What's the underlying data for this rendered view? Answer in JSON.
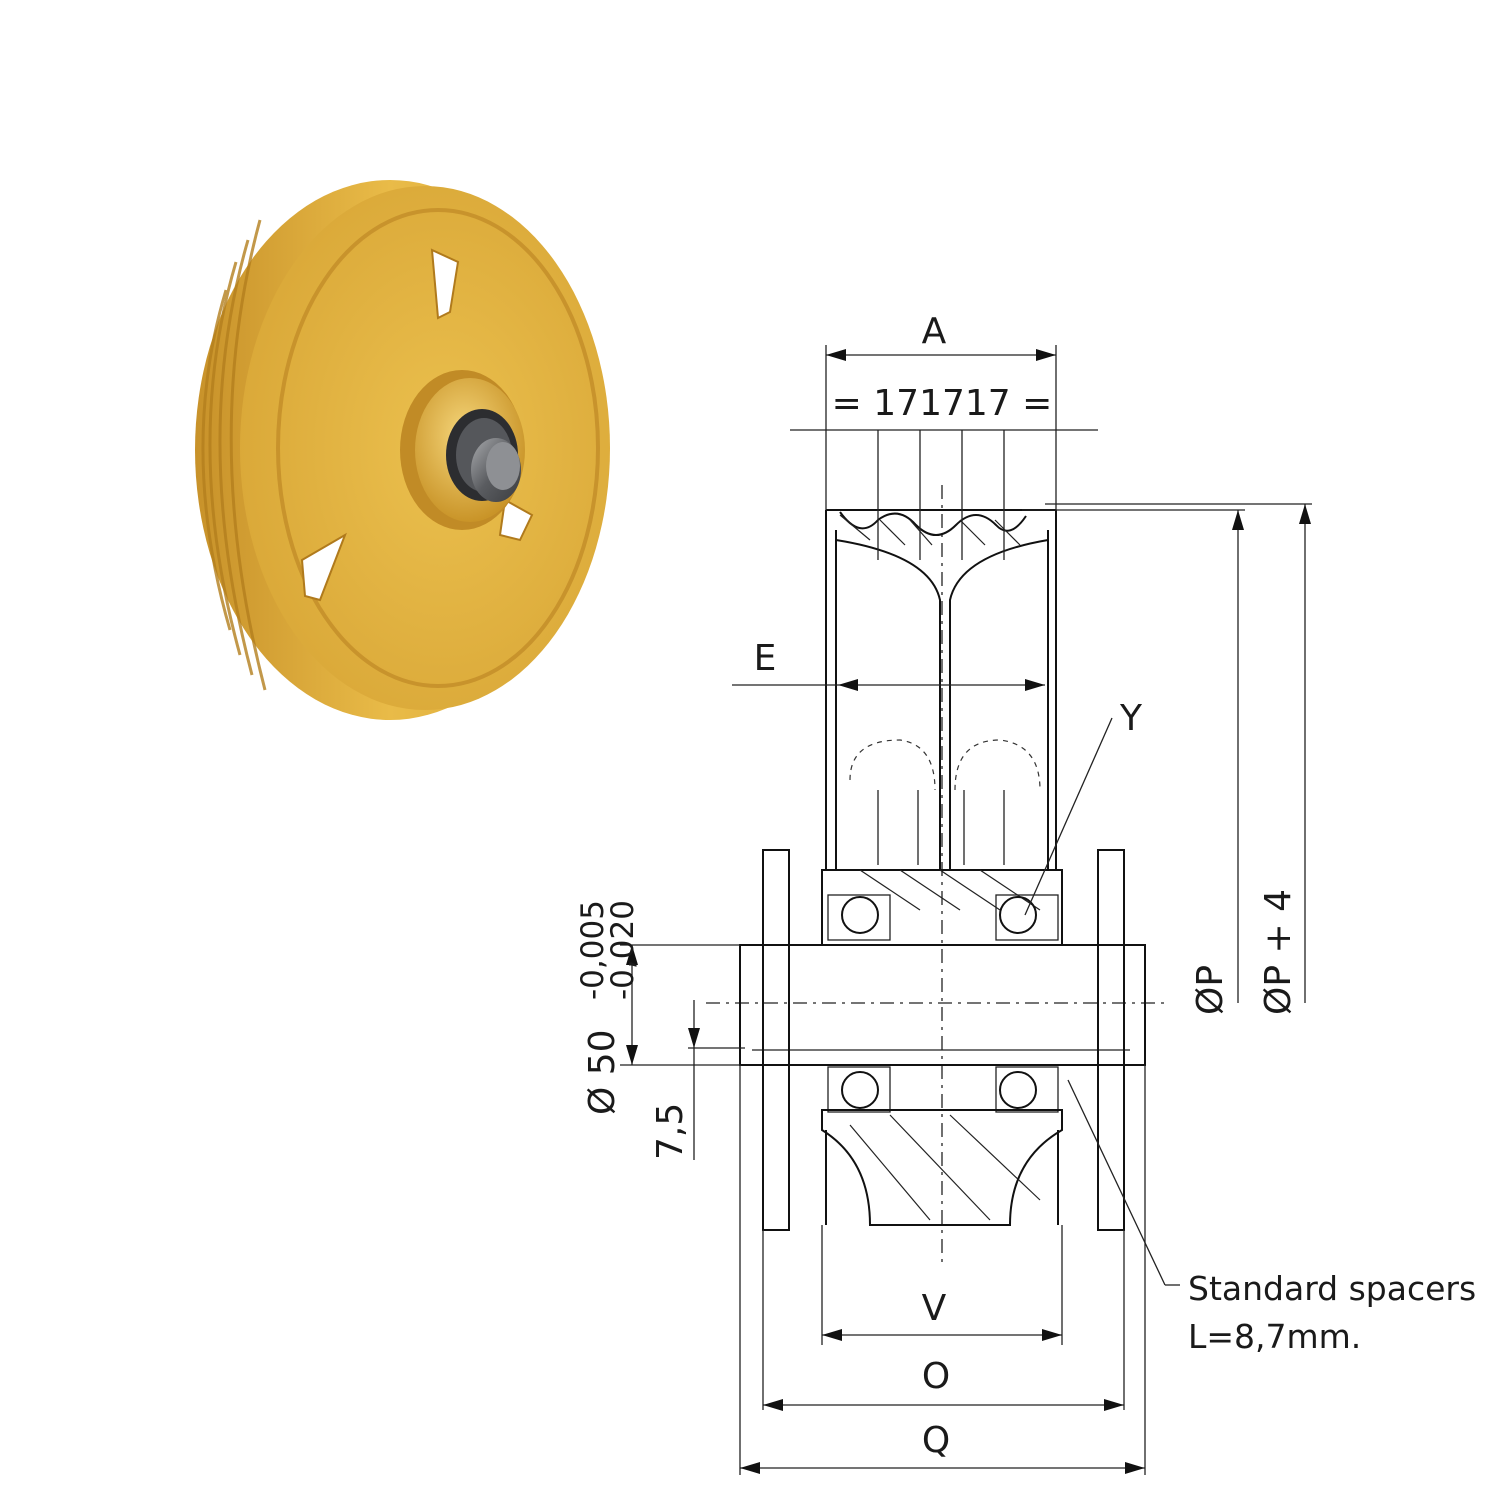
{
  "dimensions": {
    "A": "A",
    "groove_pitch": "= 171717 =",
    "E": "E",
    "Y": "Y",
    "tolerance_upper": "-0,005",
    "tolerance_lower": "-0,020",
    "shaft_diameter": "Ø  50",
    "offset": "7,5",
    "P": "ØP",
    "P_plus": "ØP  + 4",
    "V": "V",
    "O": "O",
    "Q": "Q"
  },
  "note": {
    "line1": "Standard spacers",
    "line2": "L=8,7mm."
  },
  "colors": {
    "wheel": "#E2B23C",
    "wheel_shadow": "#B8861E",
    "wheel_highlight": "#F3CF6A",
    "hub_metal": "#7d7f82"
  },
  "icons": {
    "wheel_photo": "grooved-pulley-wheel"
  }
}
